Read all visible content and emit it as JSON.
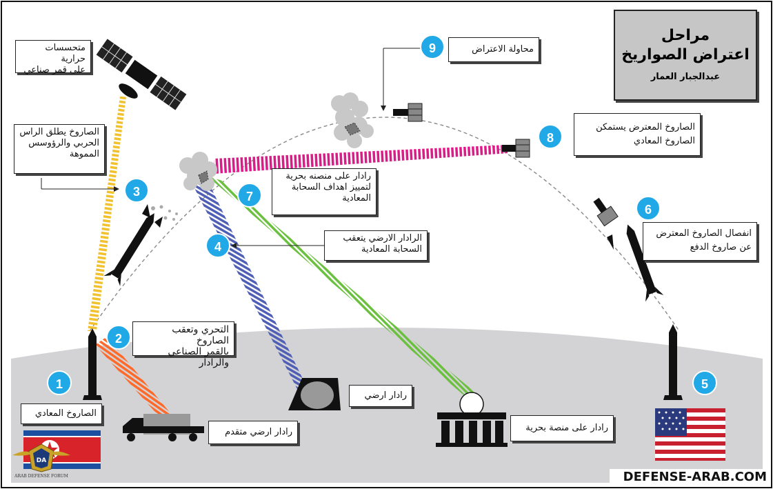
{
  "title_box": {
    "line1": "مراحل",
    "line2": "اعتراض الصواريخ",
    "author": "عبدالجبار العمار"
  },
  "watermark": "DEFENSE-ARAB.COM",
  "forum_logo": {
    "mark": "DA",
    "text": "ARAB DEFENSE FORUM"
  },
  "badges": [
    "1",
    "2",
    "3",
    "4",
    "5",
    "6",
    "7",
    "8",
    "9"
  ],
  "labels": {
    "satellite": "متحسسات حرارية\nعلى قمر صناعي",
    "warhead_decoys": "الصاروخ يطلق الراس\nالحربي والرؤوسس\nالمموهة",
    "enemy_missile": "الصاروخ المعادي",
    "detect_track": "التحري وتعقب الصاروخ\nبالقمر الصناعي والرادار",
    "advanced_radar": "رادار ارضي متقدم",
    "ground_radar": "رادار ارضي",
    "naval_platform_radar": "رادار على منصة بحرية",
    "ground_radar_tracks": "الرادار الارضي يتعقب\nالسحابة المعادية",
    "naval_radar_discriminate": "رادار على منصنه بحرية\nلتمييز اهداف السحابة\nالمعادية",
    "interceptor_separation": "انفصال الصاروخ المعترض\nعن صاروخ الدفع",
    "interceptor_locks": "الصاروخ المعترض يستمكن\nالصاروخ المعادي",
    "intercept_attempt": "محاولة الاعتراض"
  },
  "colors": {
    "badge": "#21a8e6",
    "satellite_beam": "#f2c12e",
    "advanced_radar_beam": "#ff6a2a",
    "ground_radar_beam": "#4f5fb5",
    "naval_radar_beam": "#6cc040",
    "interceptor_beam": "#e0198a",
    "ground": "#d3d3d5"
  },
  "icons": [
    "satellite-icon",
    "enemy-missile-icon",
    "interceptor-missile-icon",
    "kill-vehicle-icon",
    "debris-cloud-icon",
    "radar-truck-icon",
    "ground-radar-icon",
    "naval-radar-dome-icon",
    "north-korea-flag-icon",
    "usa-flag-icon"
  ]
}
